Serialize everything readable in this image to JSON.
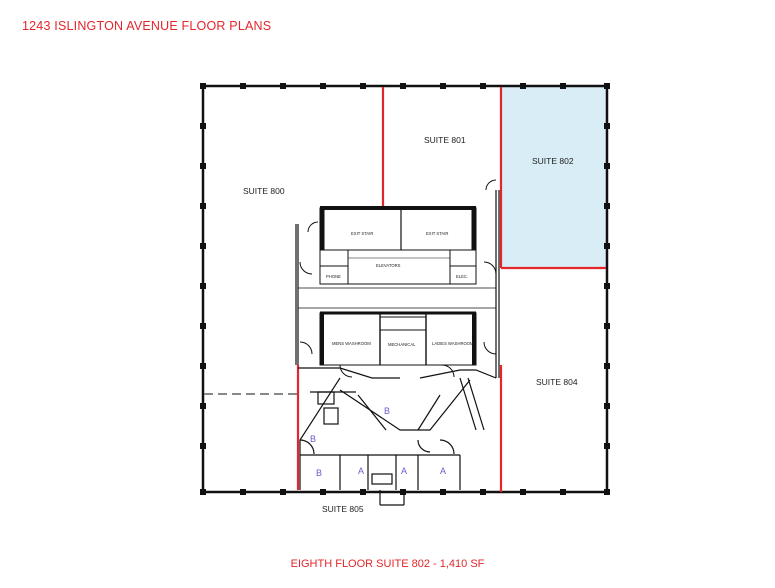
{
  "header": {
    "title": "1243 ISLINGTON AVENUE FLOOR PLANS"
  },
  "footer": {
    "caption": "EIGHTH FLOOR SUITE 802 - 1,410 SF"
  },
  "suites": {
    "s800": "SUITE 800",
    "s801": "SUITE 801",
    "s802": "SUITE 802",
    "s804": "SUITE 804",
    "s805": "SUITE 805"
  },
  "rooms": {
    "exit_stair_1": "EXIT STAIR",
    "exit_stair_2": "EXIT STAIR",
    "elevators": "ELEVATORS",
    "phone": "PHONE",
    "elec": "ELEC.",
    "mens_washroom": "MENS WASHROOM",
    "mechanical": "MECHANICAL",
    "ladies_washroom": "LADIES WASHROOM"
  },
  "unit_labels": {
    "b1": "B",
    "b2": "B",
    "b3": "B",
    "a1": "A",
    "a2": "A",
    "a3": "A"
  },
  "colors": {
    "accent_red": "#e3262b",
    "highlight_suite": "#d9edf7",
    "wall": "#111111",
    "unit_label": "#6a5acd"
  }
}
